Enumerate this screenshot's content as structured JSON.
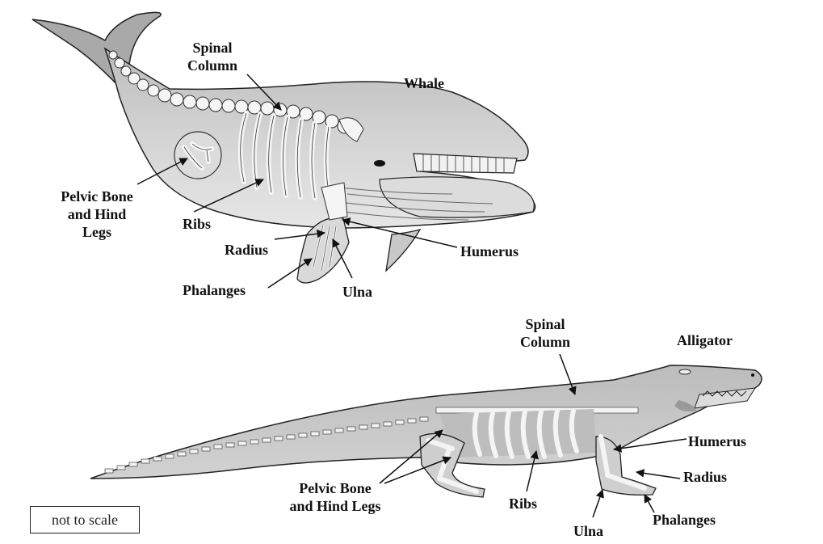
{
  "whale": {
    "title": "Whale",
    "labels": {
      "spinal_column": "Spinal\nColumn",
      "pelvic": "Pelvic Bone\nand Hind\nLegs",
      "ribs": "Ribs",
      "radius": "Radius",
      "humerus": "Humerus",
      "phalanges": "Phalanges",
      "ulna": "Ulna"
    }
  },
  "alligator": {
    "title": "Alligator",
    "labels": {
      "spinal_column": "Spinal\nColumn",
      "humerus": "Humerus",
      "radius": "Radius",
      "pelvic": "Pelvic Bone\nand Hind Legs",
      "ribs": "Ribs",
      "ulna": "Ulna",
      "phalanges": "Phalanges"
    }
  },
  "scale_note": "not to scale",
  "colors": {
    "body_fill": "#c4c4c4",
    "body_stroke": "#222222",
    "bone_fill": "#f4f4f4",
    "gray_panel": "#a8a8a8"
  }
}
